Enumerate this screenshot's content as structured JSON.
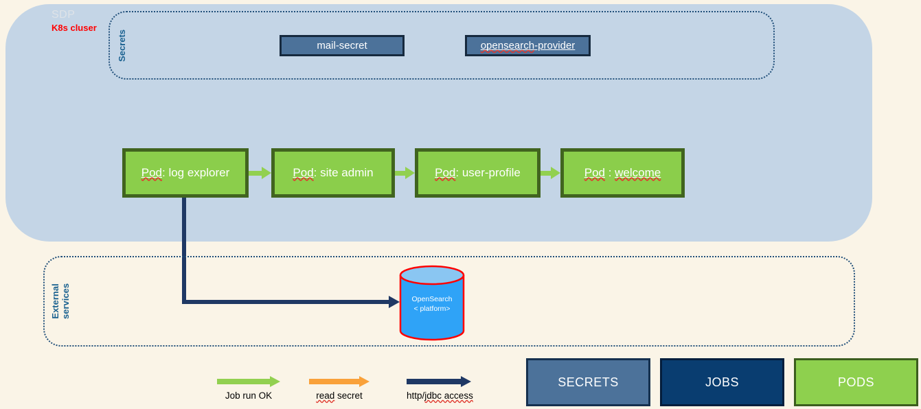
{
  "colors": {
    "background": "#FAF4E7",
    "cluster_fill": "#C4D5E6",
    "dotted_border": "#1F4E79",
    "section_label": "#1A6190",
    "secret_fill": "#4C729A",
    "pod_fill": "#8BCE4B",
    "pod_border": "#41641F",
    "green_arrow": "#92D050",
    "orange_arrow": "#F9A13A",
    "navy_arrow": "#1F3864",
    "db_fill": "#2FA3F7",
    "db_top_fill": "#8AC6F2",
    "db_border": "#FF0000",
    "jobs_fill": "#093D70",
    "pods_button_fill": "#8ED04E"
  },
  "cluster": {
    "title": "SDP",
    "subtitle": "K8s cluser"
  },
  "secrets_section": {
    "label": "Secrets",
    "mail_secret": "mail-secret",
    "opensearch_provider": {
      "wavy": "opensearch",
      "rest": "-provider"
    }
  },
  "pods": [
    {
      "prefix": "Pod",
      "sep": ": ",
      "name": "log explorer"
    },
    {
      "prefix": "Pod",
      "sep": ": ",
      "name": "site admin"
    },
    {
      "prefix": "Pod",
      "sep": ": ",
      "name": "user-profile"
    },
    {
      "prefix": "Pod",
      "sep": " : ",
      "name": "welcome"
    }
  ],
  "external_section": {
    "label_line1": "External",
    "label_line2": "services",
    "database": {
      "line1": "OpenSearch",
      "line2": "< platform>"
    }
  },
  "legend": {
    "job_ok": {
      "label": "Job run OK"
    },
    "read_secret": {
      "wavy": "read",
      "rest": " secret"
    },
    "http_access": {
      "pre": "http/",
      "wavy": "jdbc access"
    }
  },
  "buttons": {
    "secrets": "SECRETS",
    "jobs": "JOBS",
    "pods": "PODS"
  }
}
